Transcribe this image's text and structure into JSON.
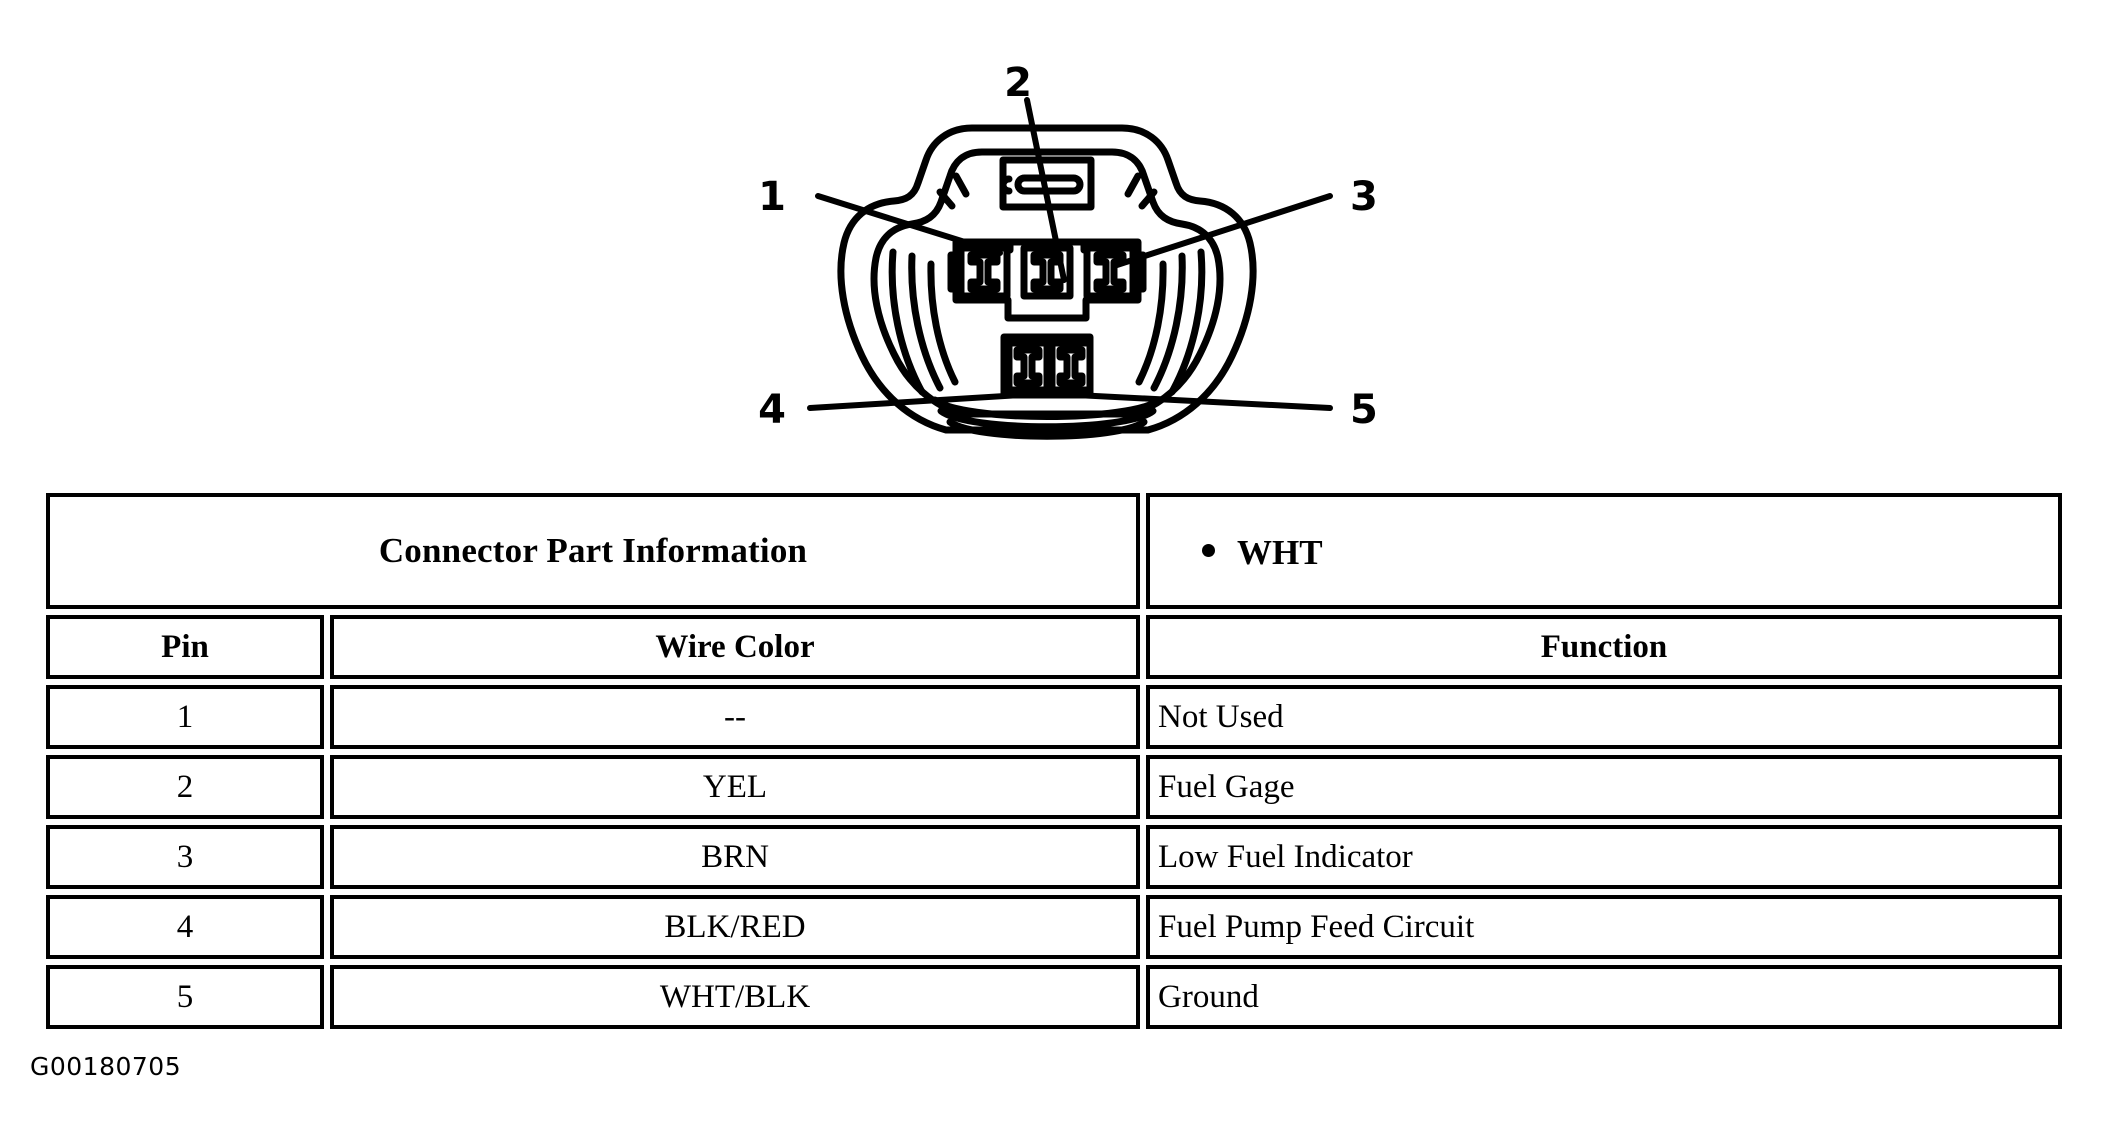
{
  "figure": {
    "code": "G00180705",
    "callouts": [
      {
        "label": "1",
        "side": "left"
      },
      {
        "label": "2",
        "side": "top"
      },
      {
        "label": "3",
        "side": "right"
      },
      {
        "label": "4",
        "side": "left"
      },
      {
        "label": "5",
        "side": "right"
      }
    ]
  },
  "table": {
    "title": "Connector Part Information",
    "connector_color_bullet": "WHT",
    "headers": {
      "pin": "Pin",
      "wire_color": "Wire Color",
      "function": "Function"
    },
    "rows": [
      {
        "pin": "1",
        "wire_color": "--",
        "function": "Not Used"
      },
      {
        "pin": "2",
        "wire_color": "YEL",
        "function": "Fuel Gage"
      },
      {
        "pin": "3",
        "wire_color": "BRN",
        "function": "Low Fuel Indicator"
      },
      {
        "pin": "4",
        "wire_color": "BLK/RED",
        "function": "Fuel Pump Feed Circuit"
      },
      {
        "pin": "5",
        "wire_color": "WHT/BLK",
        "function": "Ground"
      }
    ]
  }
}
